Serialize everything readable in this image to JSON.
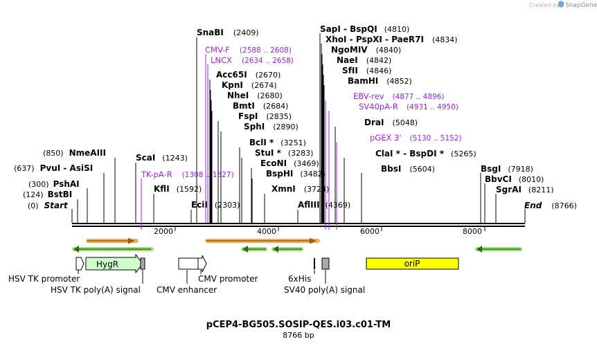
{
  "credit": {
    "created_by": "Created by",
    "brand": "SnapGene"
  },
  "title": "pCEP4-BG505.SOSIP-QES.i03.c01-TM",
  "subtitle": "8766 bp",
  "ends": {
    "start_label": "Start",
    "start_pos": "(0)",
    "end_label": "End",
    "end_pos": "(8766)"
  },
  "ruler": {
    "ticks": [
      "2000",
      "4000",
      "6000",
      "8000"
    ]
  },
  "colors": {
    "primer": "#a020f0",
    "orf_orange": "#f0b060",
    "orf_green": "#9ee07a",
    "hygr": "#ccffcc",
    "orip": "#ffff00",
    "sv40": "#a8a8a8"
  },
  "sites": [
    {
      "name": "BstBI",
      "pos": "(124)"
    },
    {
      "name": "PshAI",
      "pos": "(300)"
    },
    {
      "name": "PvuI - AsiSI",
      "pos": "(637)"
    },
    {
      "name": "NmeAIII",
      "pos": "(850)"
    },
    {
      "name": "ScaI",
      "pos": "(1243)"
    },
    {
      "name": "KflI",
      "pos": "(1592)"
    },
    {
      "name": "EciI",
      "pos": "(2303)"
    },
    {
      "name": "SnaBI",
      "pos": "(2409)"
    },
    {
      "name": "Acc65I",
      "pos": "(2670)"
    },
    {
      "name": "KpnI",
      "pos": "(2674)"
    },
    {
      "name": "NheI",
      "pos": "(2680)"
    },
    {
      "name": "BmtI",
      "pos": "(2684)"
    },
    {
      "name": "FspI",
      "pos": "(2835)"
    },
    {
      "name": "SphI",
      "pos": "(2890)"
    },
    {
      "name": "BclI *",
      "pos": "(3251)"
    },
    {
      "name": "StuI *",
      "pos": "(3283)"
    },
    {
      "name": "EcoNI",
      "pos": "(3469)"
    },
    {
      "name": "BspHI",
      "pos": "(3482)"
    },
    {
      "name": "XmnI",
      "pos": "(3724)"
    },
    {
      "name": "AflIII",
      "pos": "(4369)"
    },
    {
      "name": "SapI - BspQI",
      "pos": "(4810)"
    },
    {
      "name": "XhoI - PspXI - PaeR7I",
      "pos": "(4834)"
    },
    {
      "name": "NgoMIV",
      "pos": "(4840)"
    },
    {
      "name": "NaeI",
      "pos": "(4842)"
    },
    {
      "name": "SfII",
      "pos": "(4846)"
    },
    {
      "name": "BamHI",
      "pos": "(4852)"
    },
    {
      "name": "DraI",
      "pos": "(5048)"
    },
    {
      "name": "ClaI * - BspDI *",
      "pos": "(5265)"
    },
    {
      "name": "BbsI",
      "pos": "(5604)"
    },
    {
      "name": "BsgI",
      "pos": "(7918)"
    },
    {
      "name": "BbvCI",
      "pos": "(8010)"
    },
    {
      "name": "SgrAI",
      "pos": "(8211)"
    }
  ],
  "primers": [
    {
      "name": "TK-pA-R",
      "range": "(1308 .. 1327)"
    },
    {
      "name": "CMV-F",
      "range": "(2588 .. 2608)"
    },
    {
      "name": "LNCX",
      "range": "(2634 .. 2658)"
    },
    {
      "name": "EBV-rev",
      "range": "(4877 .. 4896)"
    },
    {
      "name": "SV40pA-R",
      "range": "(4931 .. 4950)"
    },
    {
      "name": "pGEX 3'",
      "range": "(5130 .. 5152)"
    }
  ],
  "features": [
    {
      "label": "HSV TK promoter"
    },
    {
      "label": "HSV TK poly(A) signal"
    },
    {
      "label": "HygR"
    },
    {
      "label": "CMV enhancer"
    },
    {
      "label": "CMV promoter"
    },
    {
      "label": "6xHis"
    },
    {
      "label": "SV40 poly(A) signal"
    },
    {
      "label": "oriP"
    }
  ]
}
